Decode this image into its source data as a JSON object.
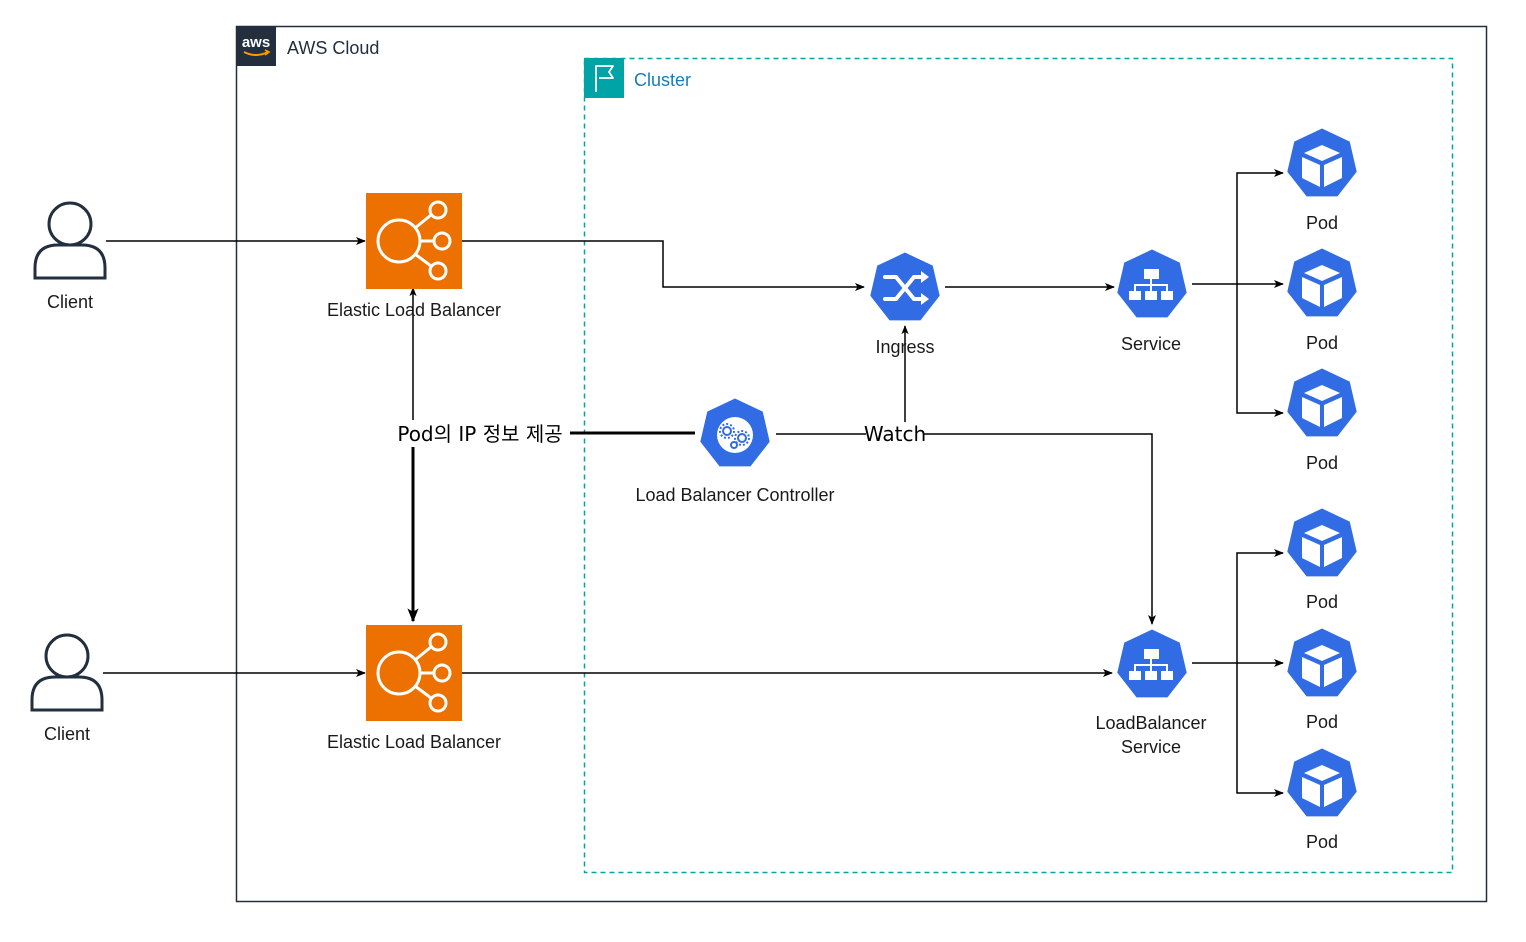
{
  "aws_group": {
    "label": "AWS Cloud",
    "logo_text": "aws",
    "border_color": "#232f3e"
  },
  "cluster_group": {
    "label": "Cluster",
    "color": "#00a4a6",
    "label_color": "#147eba"
  },
  "nodes": {
    "client_top": "Client",
    "client_bottom": "Client",
    "elb_top": "Elastic Load Balancer",
    "elb_bottom": "Elastic Load Balancer",
    "ingress": "Ingress",
    "service": "Service",
    "lb_service_line1": "LoadBalancer",
    "lb_service_line2": "Service",
    "controller": "Load Balancer Controller",
    "pods": [
      "Pod",
      "Pod",
      "Pod",
      "Pod",
      "Pod",
      "Pod"
    ]
  },
  "edge_labels": {
    "pod_ip": "Pod의 IP 정보 제공",
    "watch": "Watch"
  },
  "colors": {
    "elb_orange": "#ed7100",
    "k8s_blue": "#326ce5",
    "edge": "#000000"
  },
  "icons": {
    "client": "user-icon",
    "elb": "elastic-load-balancer-icon",
    "ingress": "k8s-ingress-icon",
    "service": "k8s-service-icon",
    "controller": "k8s-controller-icon",
    "pod": "k8s-pod-icon",
    "aws_logo": "aws-logo-icon",
    "cluster": "flag-icon"
  }
}
